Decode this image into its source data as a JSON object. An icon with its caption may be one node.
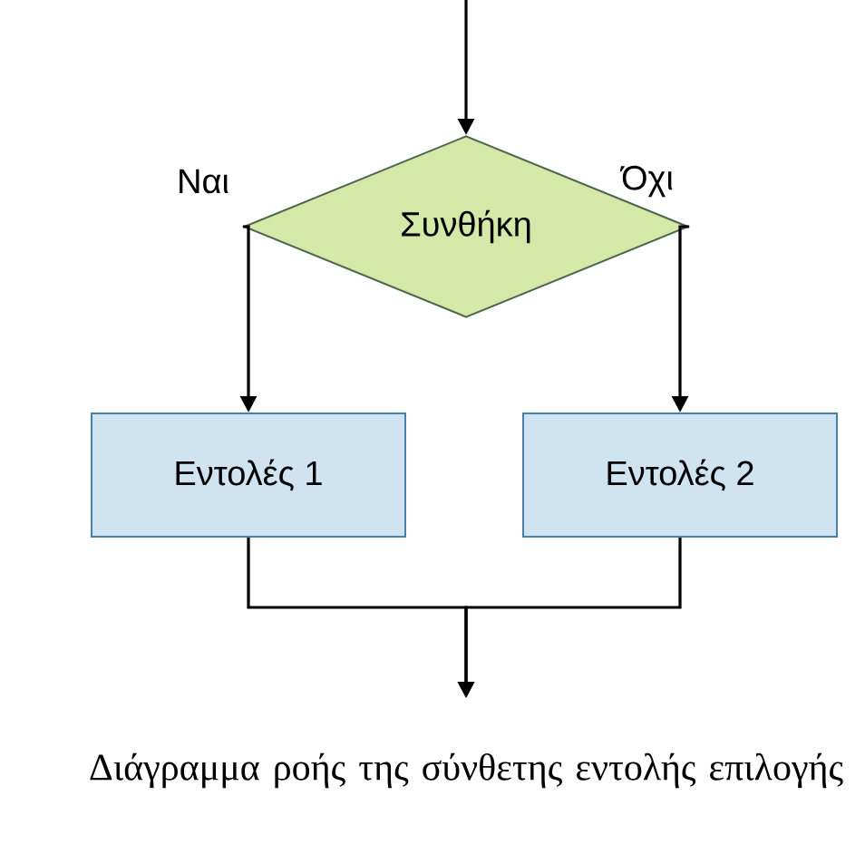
{
  "diagram": {
    "caption": "Διάγραμμα ροής της σύνθετης εντολής επιλογής",
    "nodes": [
      {
        "text": [
          "Συνθήκη"
        ]
      },
      {
        "text": [
          "Εντολές 1"
        ]
      },
      {
        "text": [
          "Εντολές 2"
        ]
      }
    ],
    "edges": [
      {
        "from": null,
        "to": 0,
        "arrow": "to"
      },
      {
        "from": 0,
        "to": 1,
        "arrow": "to",
        "label": "Ναι"
      },
      {
        "from": 0,
        "to": 2,
        "arrow": "to",
        "label": "Όχι"
      },
      {
        "from": 1,
        "to": null,
        "arrow": "to"
      },
      {
        "from": 2,
        "to": null,
        "arrow": "to"
      }
    ]
  }
}
